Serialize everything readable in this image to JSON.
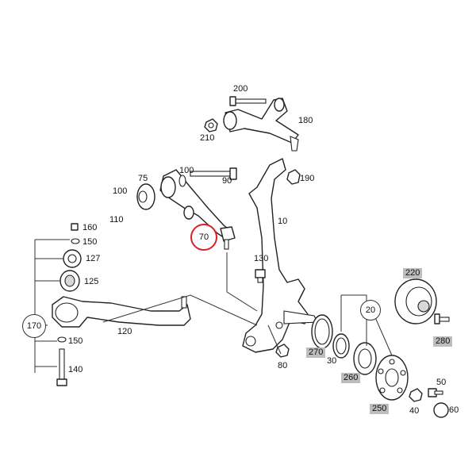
{
  "labels": {
    "p200": "200",
    "p180": "180",
    "p210": "210",
    "p75": "75",
    "p100a": "100",
    "p90": "90",
    "p190": "190",
    "p100b": "100",
    "p110": "110",
    "p10": "10",
    "p70": "70",
    "p160": "160",
    "p150a": "150",
    "p127": "127",
    "p130": "130",
    "p125": "125",
    "p170": "170",
    "p120": "120",
    "p150b": "150",
    "p140": "140",
    "p80": "80",
    "p270": "270",
    "p30": "30",
    "p20": "20",
    "p220": "220",
    "p280": "280",
    "p260": "260",
    "p250": "250",
    "p40": "40",
    "p50": "50",
    "p60": "60"
  },
  "highlight_color": "#d81f26",
  "boxed_label_color": "#bdbdbd"
}
